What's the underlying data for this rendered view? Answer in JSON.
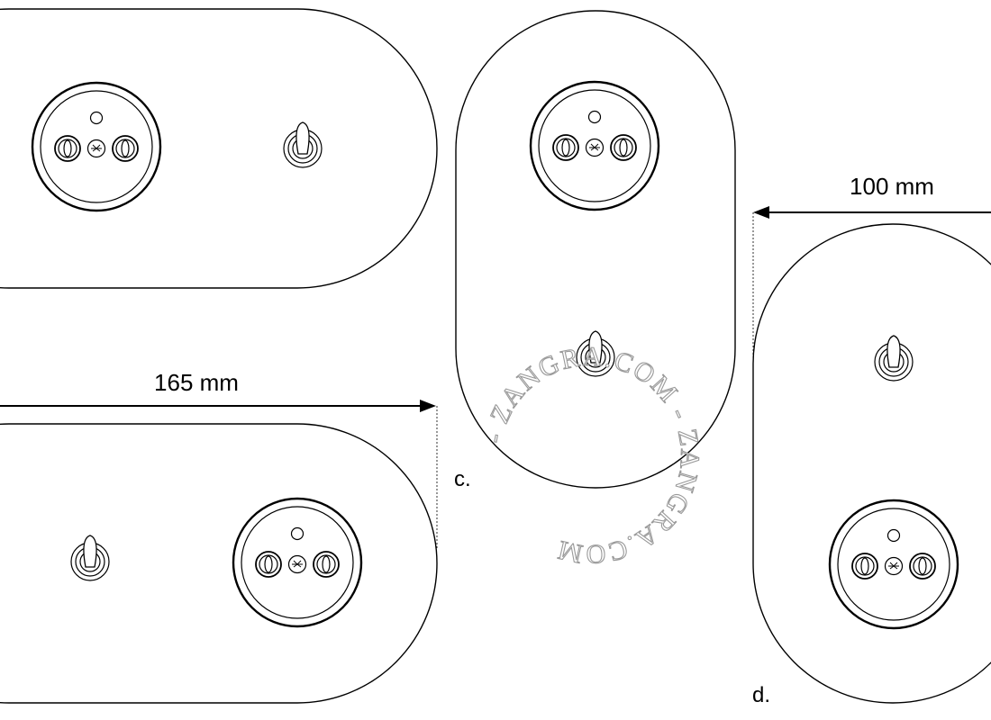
{
  "dimensions": {
    "width_label": "165 mm",
    "height_label": "100 mm"
  },
  "labels": {
    "c": "c.",
    "d": "d."
  },
  "watermark": {
    "text": "- ZANGRA.COM - ZANGRA.COM",
    "color": "#999999"
  },
  "icons": {
    "socket": "socket-icon",
    "toggle": "toggle-switch-icon"
  }
}
